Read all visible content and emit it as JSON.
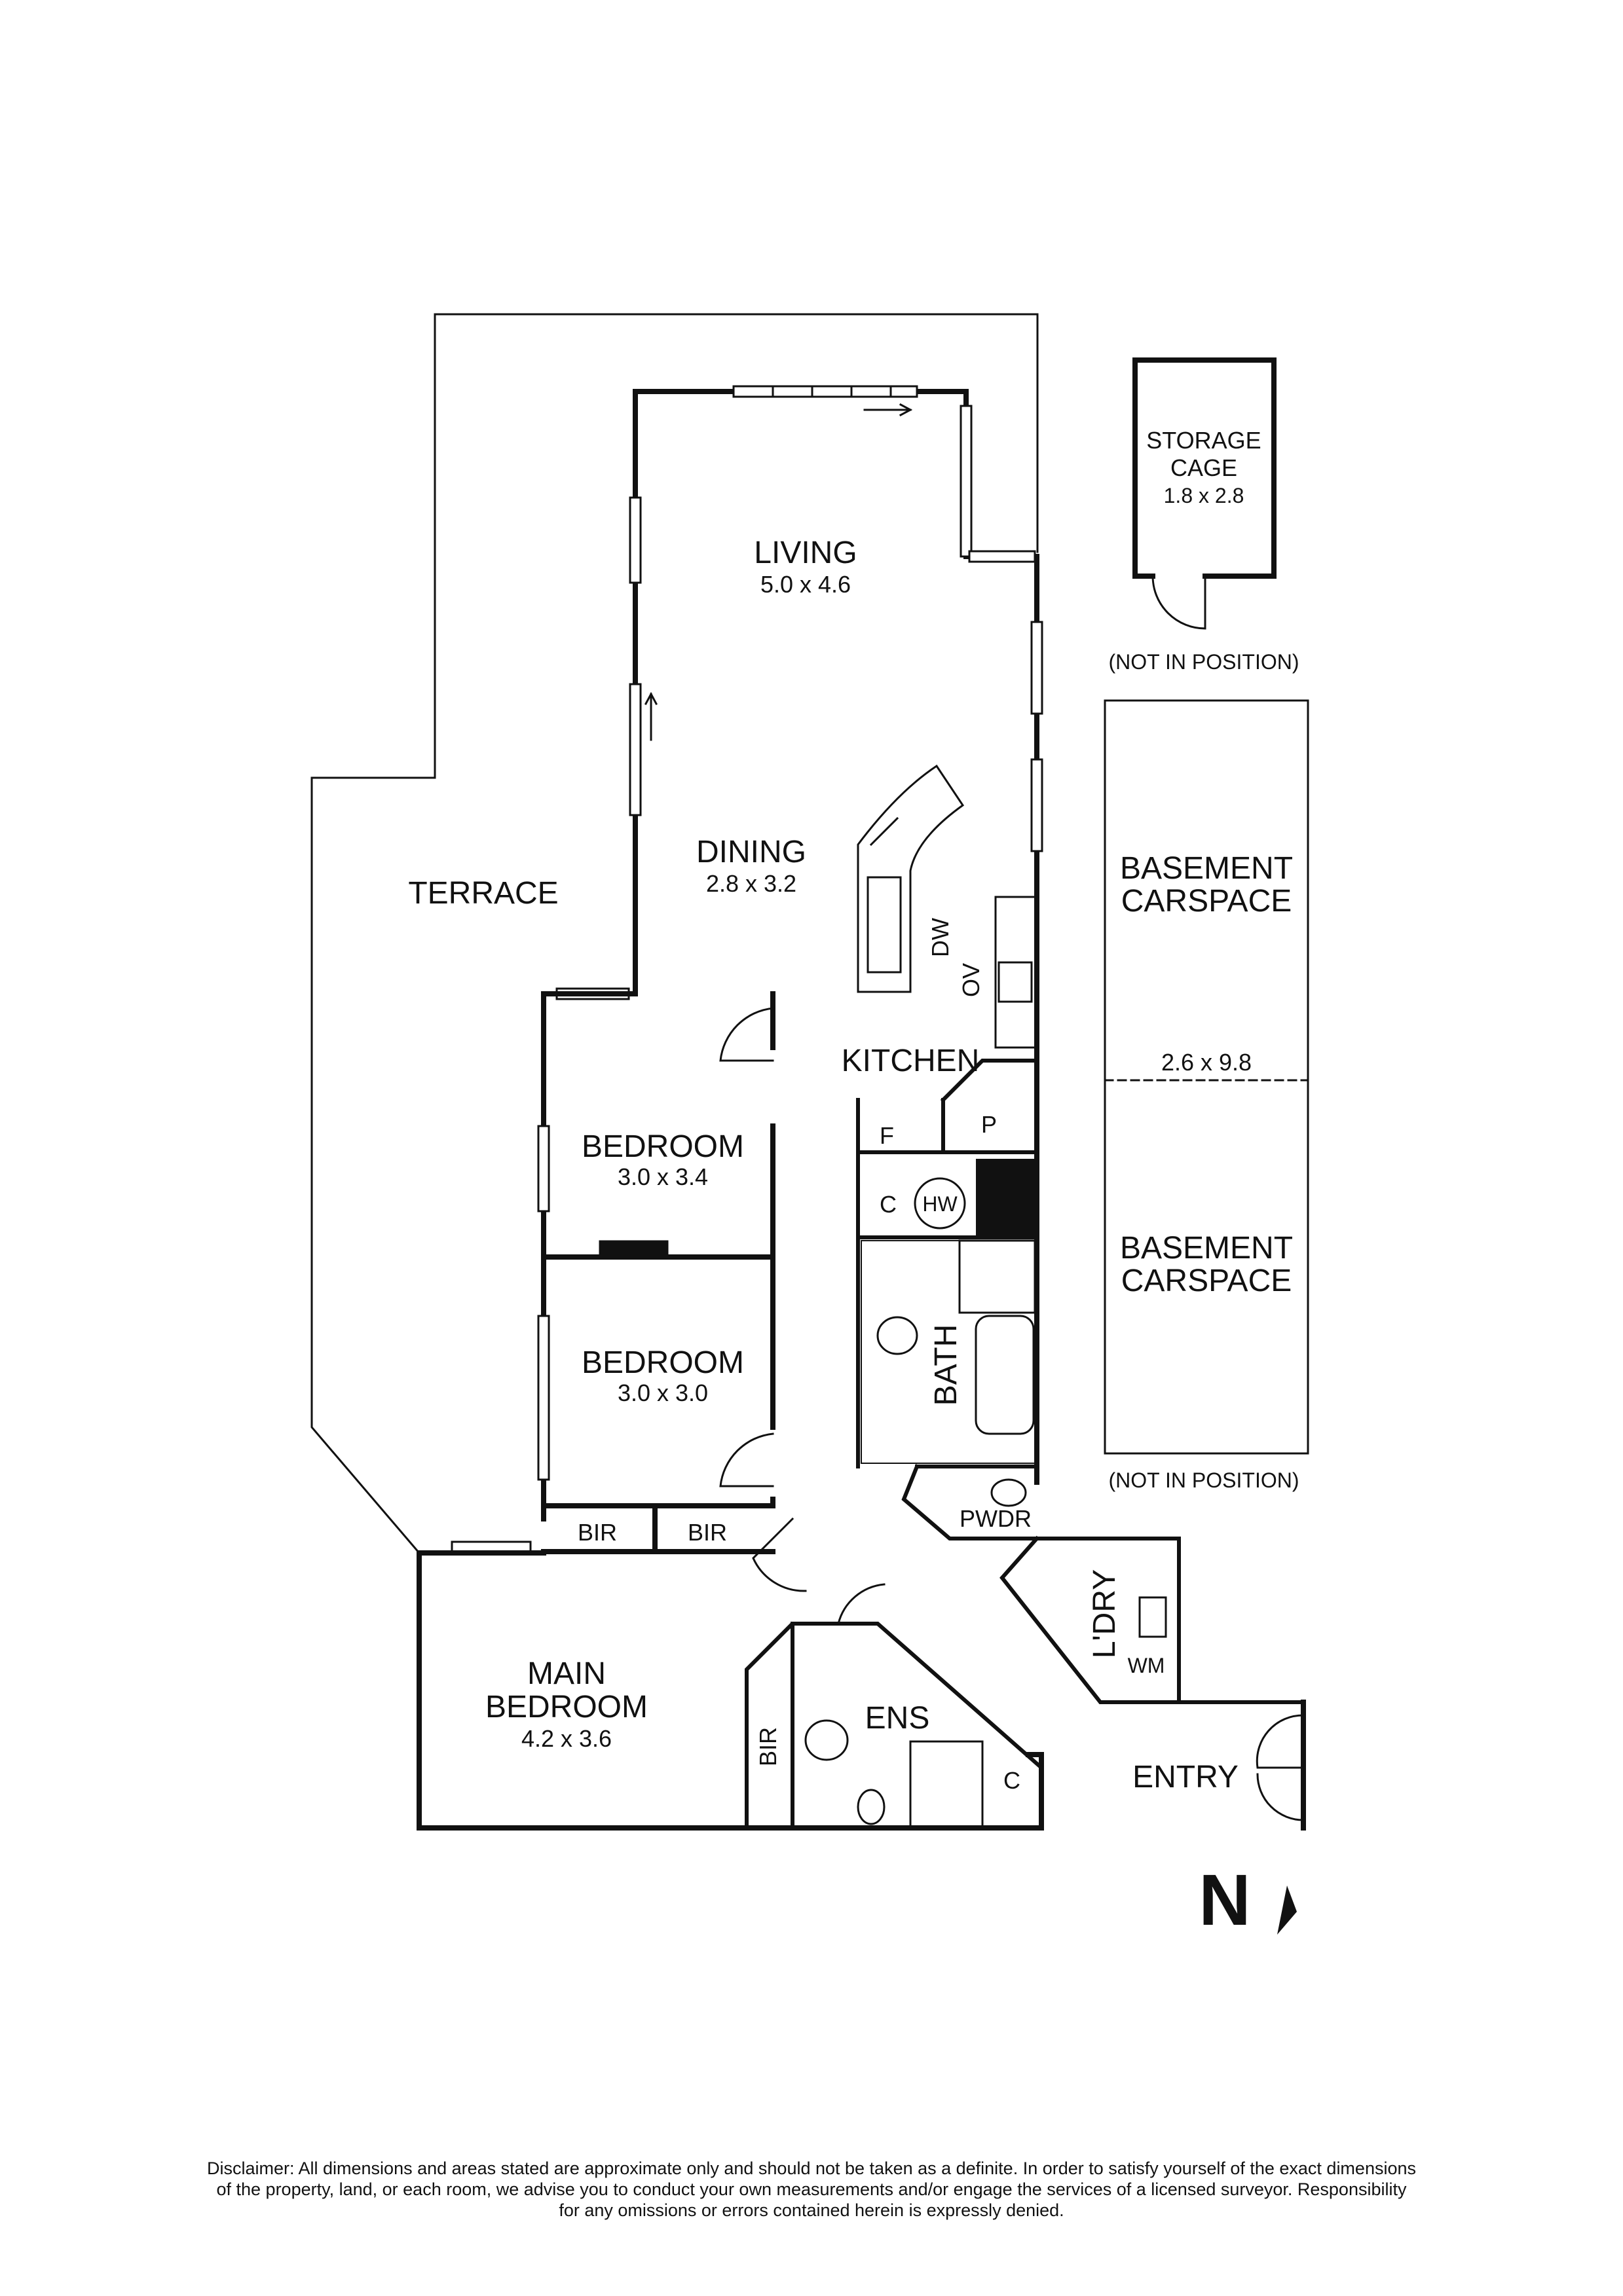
{
  "rooms": {
    "living": {
      "name": "LIVING",
      "dim": "5.0 x 4.6"
    },
    "dining": {
      "name": "DINING",
      "dim": "2.8 x 3.2"
    },
    "terrace": {
      "name": "TERRACE"
    },
    "kitchen": {
      "name": "KITCHEN"
    },
    "bedroom1": {
      "name": "BEDROOM",
      "dim": "3.0 x 3.4"
    },
    "bedroom2": {
      "name": "BEDROOM",
      "dim": "3.0 x 3.0"
    },
    "main_bedroom": {
      "name_line1": "MAIN",
      "name_line2": "BEDROOM",
      "dim": "4.2 x 3.6"
    },
    "ensuite": {
      "name": "ENS"
    },
    "bath": {
      "name": "BATH"
    },
    "powder": {
      "name": "PWDR"
    },
    "laundry": {
      "name": "L'DRY"
    },
    "entry": {
      "name": "ENTRY"
    },
    "storage": {
      "name_line1": "STORAGE",
      "name_line2": "CAGE",
      "dim": "1.8 x 2.8"
    },
    "carspace1": {
      "name_line1": "BASEMENT",
      "name_line2": "CARSPACE"
    },
    "carspace2": {
      "name_line1": "BASEMENT",
      "name_line2": "CARSPACE"
    },
    "carspace_dim": "2.6 x 9.8"
  },
  "fixtures": {
    "dw": "DW",
    "ov": "OV",
    "f": "F",
    "p": "P",
    "c": "C",
    "hw": "HW",
    "bir": "BIR",
    "wm": "WM"
  },
  "notes": {
    "not_in_position": "(NOT IN POSITION)"
  },
  "compass": {
    "letter": "N"
  },
  "disclaimer": {
    "line1": "Disclaimer: All dimensions and areas stated are approximate only and should not be taken as a definite. In order to satisfy yourself of the exact dimensions",
    "line2": "of the property, land, or each room, we advise you to conduct your own measurements and/or engage the services of a licensed surveyor. Responsibility",
    "line3": "for any omissions or errors contained herein is expressly denied."
  }
}
